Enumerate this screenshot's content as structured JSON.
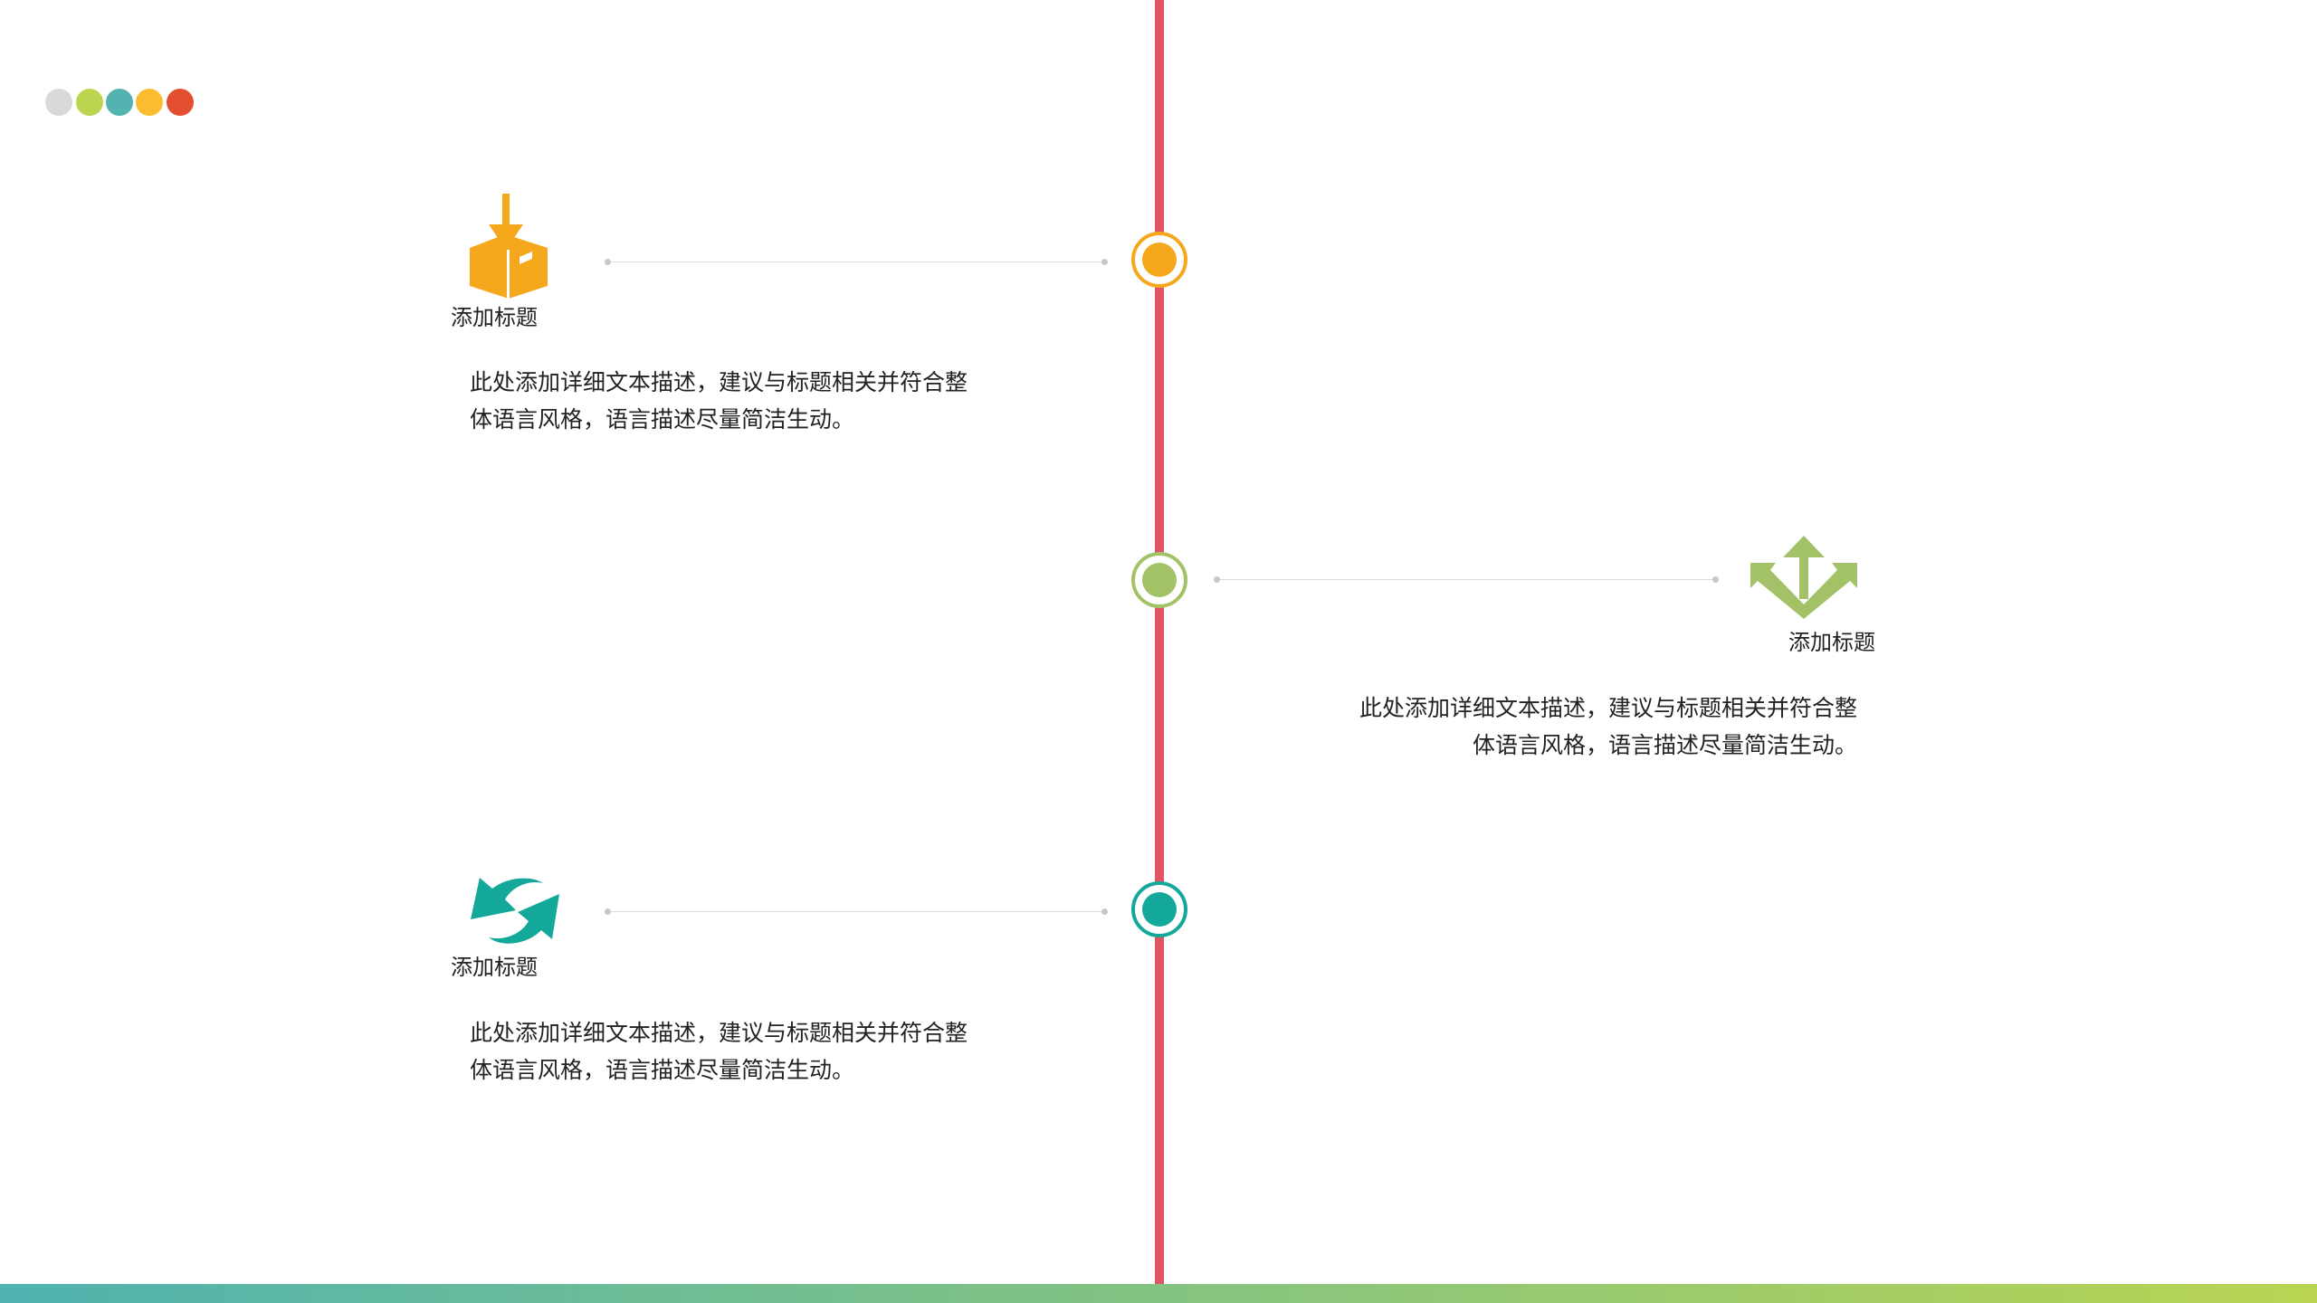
{
  "colors": {
    "dots": [
      "#d9d9d9",
      "#bcd551",
      "#52b3b0",
      "#fbbd2f",
      "#e4502f"
    ],
    "spine": "#e05463",
    "orange": "#f5a81c",
    "green": "#a3c268",
    "teal": "#13a89a"
  },
  "items": [
    {
      "icon": "box-download-icon",
      "title": "添加标题",
      "desc_line1": "此处添加详细文本描述，建议与标题相关并符合整",
      "desc_line2": "体语言风格，语言描述尽量简洁生动。"
    },
    {
      "icon": "three-arrows-icon",
      "title": "添加标题",
      "desc_line1": "此处添加详细文本描述，建议与标题相关并符合整",
      "desc_line2": "体语言风格，语言描述尽量简洁生动。"
    },
    {
      "icon": "refresh-arrows-icon",
      "title": "添加标题",
      "desc_line1": "此处添加详细文本描述，建议与标题相关并符合整",
      "desc_line2": "体语言风格，语言描述尽量简洁生动。"
    }
  ]
}
